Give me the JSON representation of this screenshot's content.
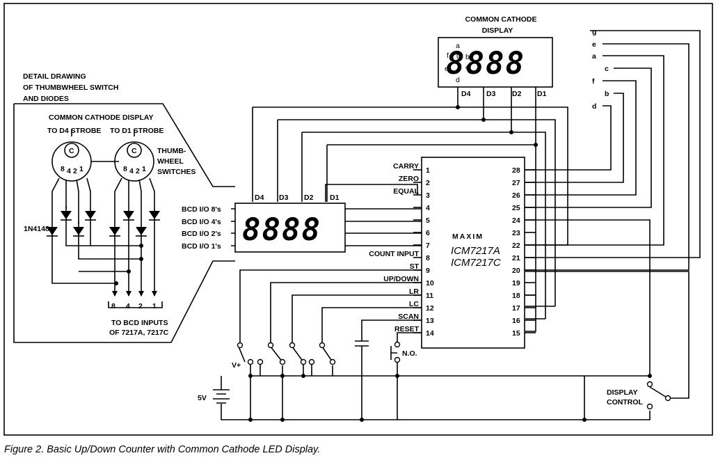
{
  "top_display": {
    "title_line1": "COMMON CATHODE",
    "title_line2": "DISPLAY",
    "digits": "8888",
    "seg_a": "a",
    "seg_b": "b",
    "seg_c": "c",
    "seg_d": "d",
    "seg_e": "e",
    "seg_f": "f",
    "seg_g": "g",
    "d4": "D4",
    "d3": "D3",
    "d2": "D2",
    "d1": "D1"
  },
  "seg_outputs": [
    "g",
    "e",
    "a",
    "c",
    "f",
    "b",
    "d"
  ],
  "detail": {
    "title_line1": "DETAIL DRAWING",
    "title_line2": "OF THUMBWHEEL SWITCH",
    "title_line3": "AND DIODES",
    "display_label": "COMMON CATHODE DISPLAY",
    "to_d4": "TO D4 STROBE",
    "to_d1": "TO D1 STROBE",
    "switch_c": "C",
    "switch_w1": "8",
    "switch_w2": "4",
    "switch_w3": "2",
    "switch_w4": "1",
    "thumb_line1": "THUMB-",
    "thumb_line2": "WHEEL",
    "thumb_line3": "SWITCHES",
    "diode_label": "1N4148",
    "bcd_w1": "8",
    "bcd_w2": "4",
    "bcd_w3": "2",
    "bcd_w4": "1",
    "to_bcd_line1": "TO BCD INPUTS",
    "to_bcd_line2": "OF 7217A, 7217C"
  },
  "mid_display": {
    "digits": "8888",
    "d4": "D4",
    "d3": "D3",
    "d2": "D2",
    "d1": "D1",
    "bcd8": "BCD I/O 8's",
    "bcd4": "BCD I/O 4's",
    "bcd2": "BCD I/O 2's",
    "bcd1": "BCD I/O 1's"
  },
  "chip": {
    "brand": "MAXIM",
    "part1": "ICM7217A",
    "part2": "ICM7217C",
    "left_pins": [
      {
        "name": "CARRY",
        "num": "1"
      },
      {
        "name": "ZERO",
        "num": "2"
      },
      {
        "name": "EQUAL",
        "num": "3"
      },
      {
        "name": "",
        "num": "4"
      },
      {
        "name": "",
        "num": "5"
      },
      {
        "name": "",
        "num": "6"
      },
      {
        "name": "",
        "num": "7"
      },
      {
        "name": "COUNT INPUT",
        "num": "8"
      },
      {
        "name": "ST",
        "num": "9"
      },
      {
        "name": "UP/DOWN",
        "num": "10"
      },
      {
        "name": "LR",
        "num": "11"
      },
      {
        "name": "LC",
        "num": "12"
      },
      {
        "name": "SCAN",
        "num": "13"
      },
      {
        "name": "RESET",
        "num": "14"
      }
    ],
    "right_pins": [
      "28",
      "27",
      "26",
      "25",
      "24",
      "23",
      "22",
      "21",
      "20",
      "19",
      "18",
      "17",
      "16",
      "15"
    ]
  },
  "bottom": {
    "vplus": "V+",
    "supply": "5V",
    "no_switch": "N.O.",
    "display_control_line1": "DISPLAY",
    "display_control_line2": "CONTROL"
  },
  "caption": "Figure 2. Basic Up/Down Counter with Common Cathode LED Display."
}
